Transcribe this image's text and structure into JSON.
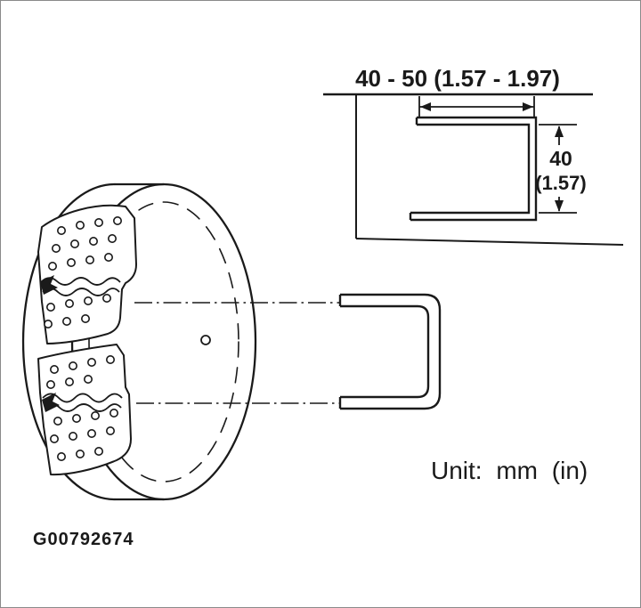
{
  "figure": {
    "code": "G00792674",
    "unit_label": "Unit: mm (in)"
  },
  "detail": {
    "width_dimension": "40 - 50 (1.57 - 1.97)",
    "height_dimension_value": "40",
    "height_dimension_inches": "(1.57)"
  },
  "colors": {
    "line": "#1a1a1a",
    "background": "#ffffff"
  }
}
